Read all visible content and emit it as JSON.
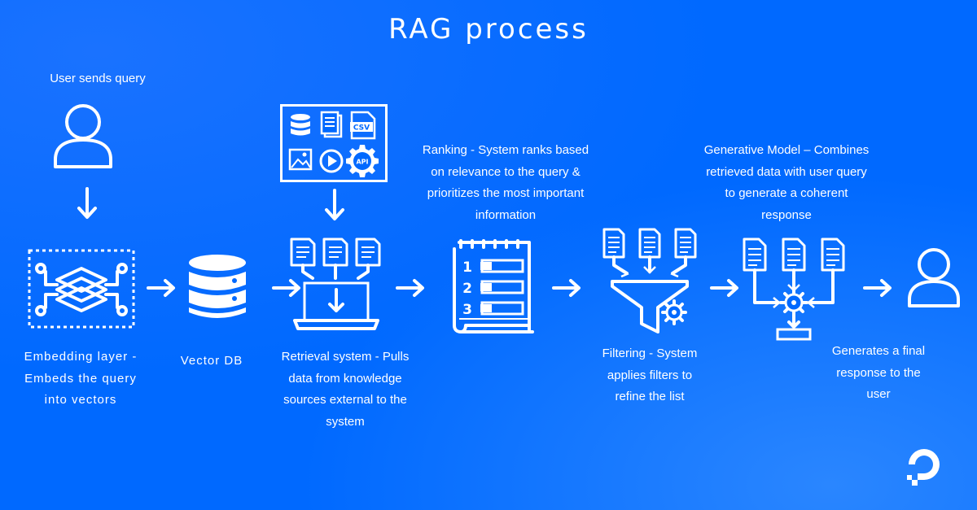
{
  "title": "RAG process",
  "steps": {
    "user_query": "User sends query",
    "embedding": {
      "line1": "Embedding layer -",
      "line2": "Embeds the query",
      "line3": "into vectors"
    },
    "vector_db": "Vector DB",
    "retrieval": {
      "line1": "Retrieval system - Pulls",
      "line2": "data from knowledge",
      "line3": "sources external to the",
      "line4": "system"
    },
    "ranking": {
      "line1": "Ranking - System ranks based",
      "line2": "on relevance to the query &",
      "line3": "prioritizes the most important",
      "line4": "information"
    },
    "filtering": {
      "line1": "Filtering - System",
      "line2": "applies filters to",
      "line3": "refine the list"
    },
    "generative": {
      "line1": "Generative Model – Combines",
      "line2": "retrieved data with user query",
      "line3": "to generate a coherent",
      "line4": "response"
    },
    "final": {
      "line1": "Generates a final",
      "line2": "response to the",
      "line3": "user"
    }
  },
  "source_icons": {
    "csv": "CSV",
    "api": "API"
  },
  "ranking_numbers": [
    "1",
    "2",
    "3"
  ],
  "icons": [
    "user-icon",
    "embedding-layers-icon",
    "database-icon",
    "data-sources-icon",
    "laptop-documents-icon",
    "ranked-list-icon",
    "filter-funnel-icon",
    "generative-model-icon",
    "arrow-icon",
    "digitalocean-logo-icon"
  ],
  "colors": {
    "background": "#0069ff",
    "foreground": "#ffffff"
  }
}
